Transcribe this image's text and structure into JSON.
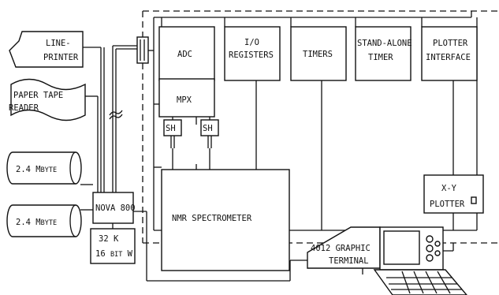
{
  "components": {
    "line_printer": [
      "LINE-",
      "PRINTER"
    ],
    "paper_tape_reader": [
      "PAPER TAPE",
      "READER"
    ],
    "disk_1": {
      "size": "2.4",
      "unit_cap": "M",
      "unit_rest": "BYTE"
    },
    "disk_2": {
      "size": "2.4",
      "unit_cap": "M",
      "unit_rest": "BYTE"
    },
    "nova": "NOVA 800",
    "memory": {
      "line1": "32 K",
      "line2_a": "16 ",
      "line2_b": "BIT",
      "line2_c": " W"
    },
    "adc": "ADC",
    "mpx": "MPX",
    "sh_1": "SH",
    "sh_2": "SH",
    "io_registers": [
      "I/O",
      "REGISTERS"
    ],
    "timers": "TIMERS",
    "standalone_timer": [
      "STAND-ALONE",
      "TIMER"
    ],
    "plotter_interface": [
      "PLOTTER",
      "INTERFACE"
    ],
    "xy_plotter": [
      "X-Y",
      "PLOTTER"
    ],
    "nmr_spectrometer": "NMR SPECTROMETER",
    "graphic_terminal": [
      "4012 GRAPHIC",
      "TERMINAL"
    ]
  }
}
